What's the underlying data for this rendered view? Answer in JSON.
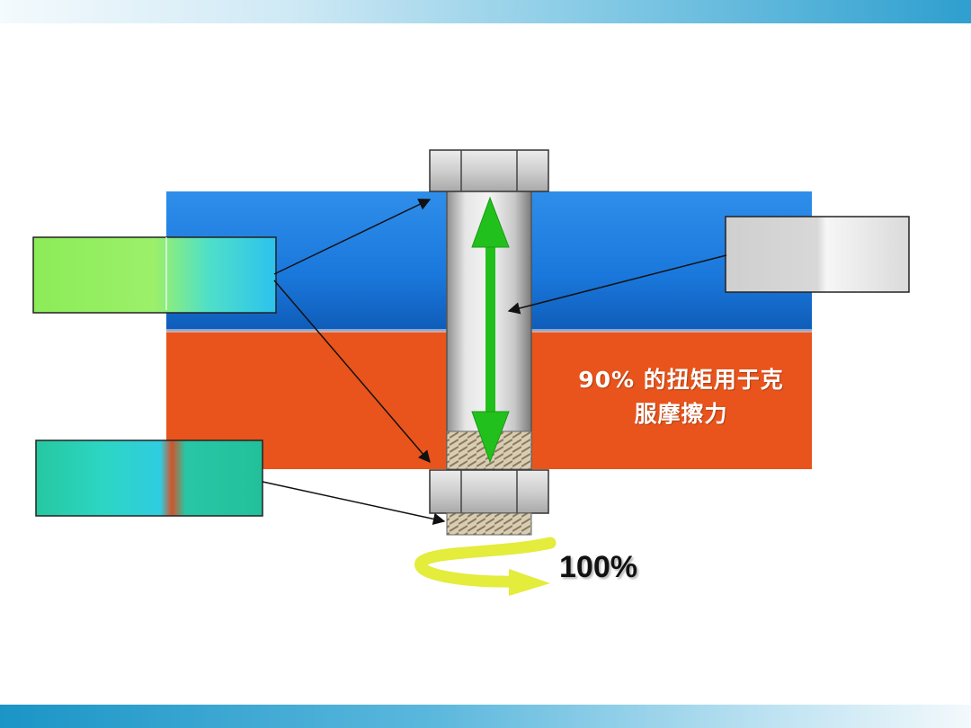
{
  "texts": {
    "friction_percent": "90%",
    "friction_line1": "的扭矩用于克",
    "friction_line2": "服摩擦力",
    "total_torque": "100%"
  },
  "colors": {
    "upper_plate": "#1a78dc",
    "lower_plate": "#e8541c",
    "tension_arrow": "#22c01c",
    "torque_arrow": "#e4ec3c",
    "bolt": "#c6c6c6"
  },
  "icons": {
    "bolt": "hex-bolt-icon",
    "tension_arrow": "double-arrow-icon",
    "torque_arrow": "rotation-arrow-icon"
  }
}
